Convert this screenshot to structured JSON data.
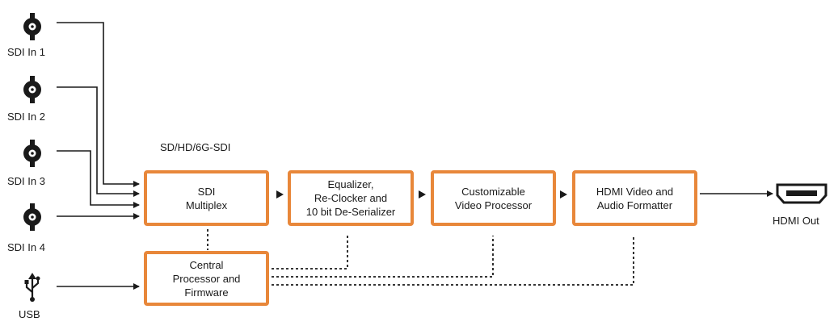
{
  "inputs": [
    {
      "label": "SDI In 1",
      "icon": "bnc-connector-icon"
    },
    {
      "label": "SDI In 2",
      "icon": "bnc-connector-icon"
    },
    {
      "label": "SDI In 3",
      "icon": "bnc-connector-icon"
    },
    {
      "label": "SDI In 4",
      "icon": "bnc-connector-icon"
    }
  ],
  "usb": {
    "label": "USB",
    "icon": "usb-icon"
  },
  "sdi_standard_label": "SD/HD/6G-SDI",
  "blocks": {
    "sdi_multiplex": "SDI\nMultiplex",
    "equalizer": "Equalizer,\nRe-Clocker and\n10 bit De-Serializer",
    "video_processor": "Customizable\nVideo Processor",
    "hdmi_formatter": "HDMI Video and\nAudio Formatter",
    "central_processor": "Central\nProcessor and\nFirmware"
  },
  "output": {
    "label": "HDMI Out",
    "icon": "hdmi-port-icon"
  },
  "colors": {
    "box_border": "#e8873a",
    "line": "#1a1a1a"
  }
}
